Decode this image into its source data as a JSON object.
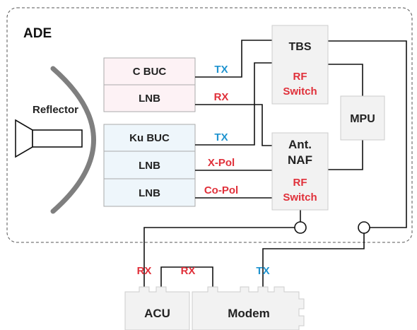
{
  "colors": {
    "tx": "#1f93cf",
    "rx": "#e0303a",
    "c_band_fill": "#fdf2f5",
    "ku_band_fill": "#eef6fb",
    "box_fill": "#f2f2f2",
    "reflector": "#7f7f7f"
  },
  "diagram": {
    "title": "ADE",
    "reflector_label": "Reflector",
    "c_band": {
      "buc": "C BUC",
      "lnb": "LNB"
    },
    "ku_band": {
      "buc": "Ku BUC",
      "lnb1": "LNB",
      "lnb2": "LNB"
    },
    "tbs": {
      "name": "TBS",
      "switch_line1": "RF",
      "switch_line2": "Switch"
    },
    "mpu": "MPU",
    "ant_naf": {
      "line1": "Ant.",
      "line2": "NAF",
      "switch_line1": "RF",
      "switch_line2": "Switch"
    },
    "signals": {
      "tx_c": "TX",
      "rx_c": "RX",
      "tx_ku": "TX",
      "x_pol": "X-Pol",
      "co_pol": "Co-Pol",
      "acu_rx": "RX",
      "link_rx": "RX",
      "modem_tx": "TX"
    },
    "acu": "ACU",
    "modem": "Modem"
  }
}
